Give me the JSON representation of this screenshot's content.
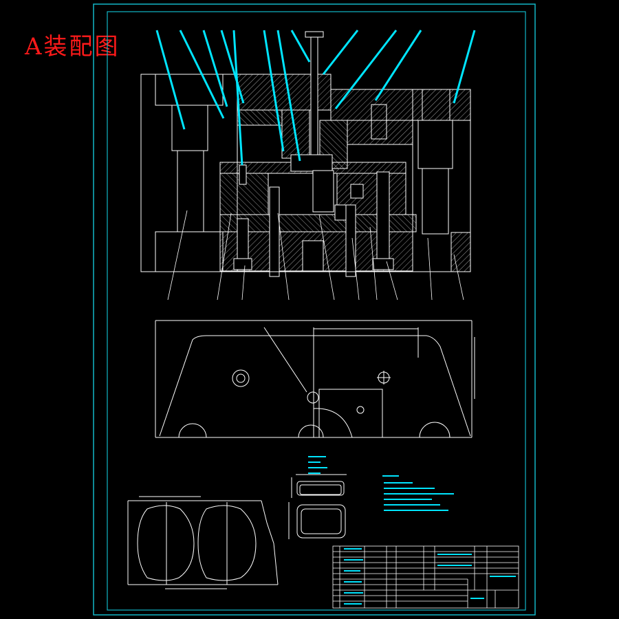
{
  "title": "A装配图",
  "colors": {
    "background": "#000000",
    "frame": "#12b8c8",
    "lines": "#ffffff",
    "leaders": "#00e5ff",
    "hatch": "#9a9a9a",
    "title_text": "#ff1a1a"
  },
  "icons": [
    "hatch-pattern",
    "balloon-leader",
    "centerline"
  ]
}
